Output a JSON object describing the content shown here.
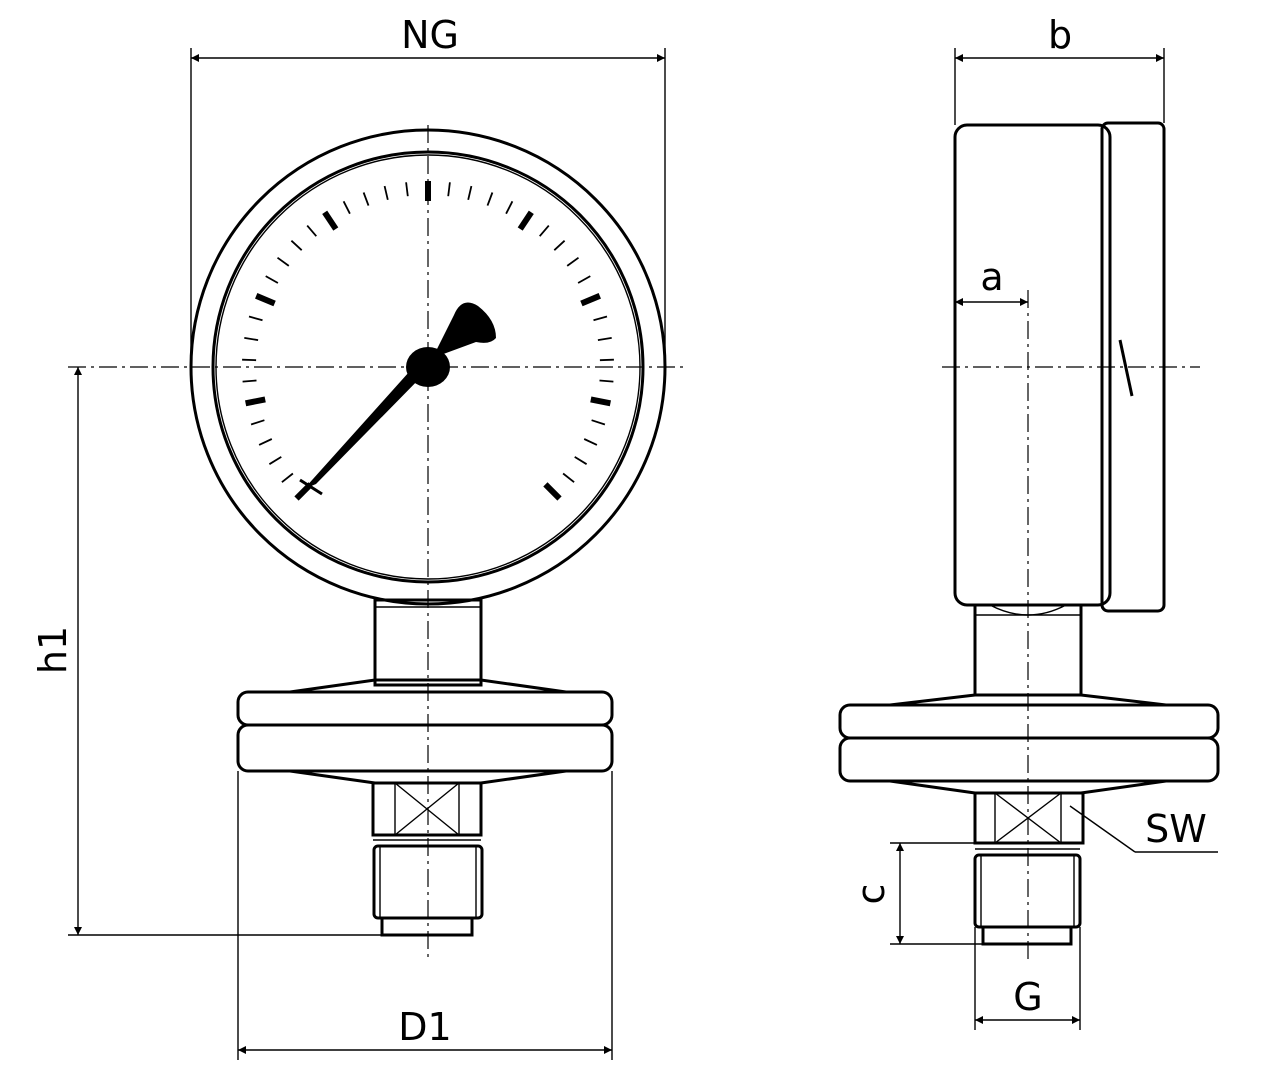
{
  "labels": {
    "ng": "NG",
    "b": "b",
    "a": "a",
    "h1": "h1",
    "d1": "D1",
    "sw": "SW",
    "c": "c",
    "g": "G"
  },
  "colors": {
    "line": "#000000",
    "background": "#ffffff"
  }
}
